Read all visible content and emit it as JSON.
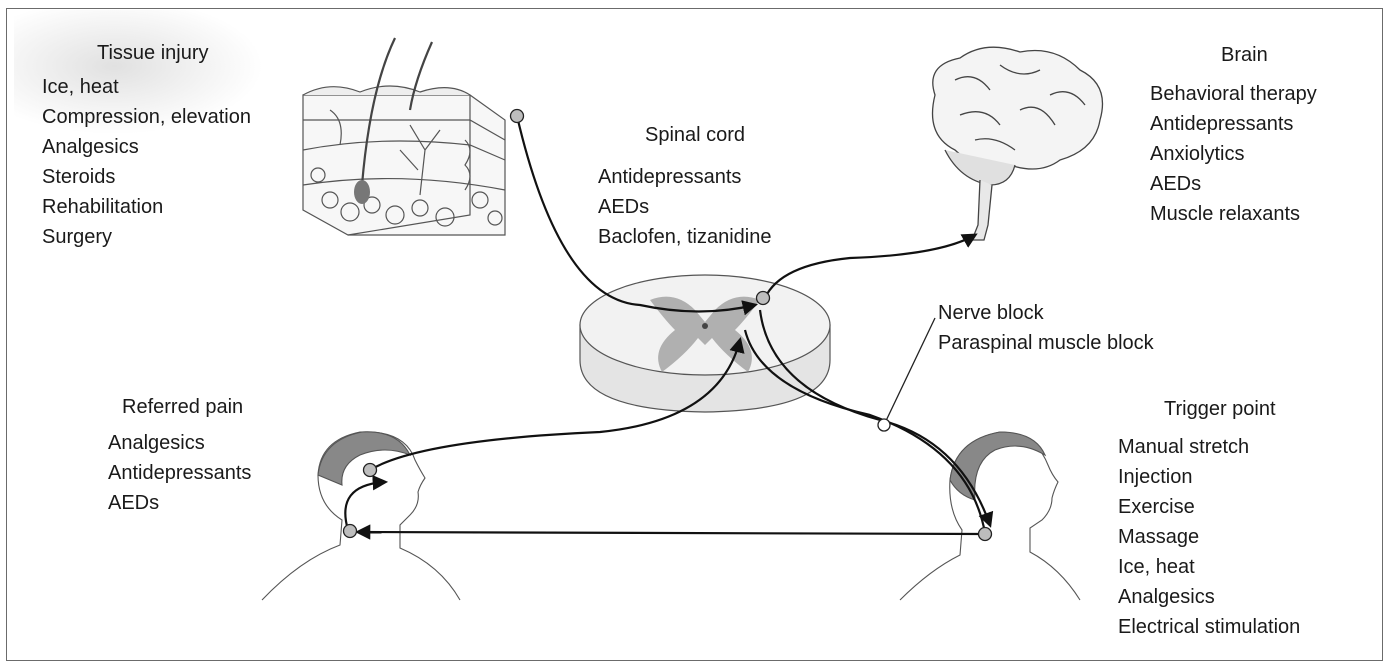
{
  "tissue_injury": {
    "title": "Tissue injury",
    "items": [
      "Ice, heat",
      "Compression, elevation",
      "Analgesics",
      "Steroids",
      "Rehabilitation",
      "Surgery"
    ]
  },
  "spinal_cord": {
    "title": "Spinal cord",
    "items": [
      "Antidepressants",
      "AEDs",
      "Baclofen, tizanidine"
    ]
  },
  "brain": {
    "title": "Brain",
    "items": [
      "Behavioral therapy",
      "Antidepressants",
      "Anxiolytics",
      "AEDs",
      "Muscle relaxants"
    ]
  },
  "nerve_block": {
    "items": [
      "Nerve block",
      "Paraspinal muscle block"
    ]
  },
  "referred_pain": {
    "title": "Referred pain",
    "items": [
      "Analgesics",
      "Antidepressants",
      "AEDs"
    ]
  },
  "trigger_point": {
    "title": "Trigger point",
    "items": [
      "Manual stretch",
      "Injection",
      "Exercise",
      "Massage",
      "Ice, heat",
      "Analgesics",
      "Electrical stimulation"
    ]
  },
  "colors": {
    "outline": "#4a4a4a",
    "pathway": "#111111",
    "node_fill": "#bdbdbd",
    "gray_matter": "#9a9a9a",
    "cord_fill": "#ececec"
  }
}
